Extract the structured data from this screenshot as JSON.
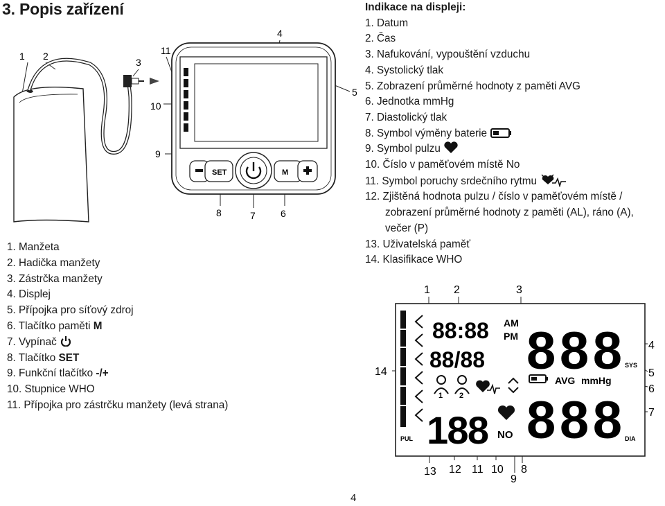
{
  "heading": "3. Popis zařízení",
  "device_callouts": [
    "1",
    "2",
    "3",
    "4",
    "5",
    "6",
    "7",
    "8",
    "9",
    "10",
    "11"
  ],
  "device_buttons": {
    "minus": "−",
    "set": "SET",
    "m": "M",
    "plus": "+"
  },
  "parts": [
    {
      "n": "1.",
      "t": "Manžeta"
    },
    {
      "n": "2.",
      "t": "Hadička manžety"
    },
    {
      "n": "3.",
      "t": "Zástrčka manžety"
    },
    {
      "n": "4.",
      "t": "Displej"
    },
    {
      "n": "5.",
      "t": "Přípojka pro síťový zdroj"
    },
    {
      "n": "6.",
      "t": "Tlačítko paměti",
      "b": "M"
    },
    {
      "n": "7.",
      "t": "Vypínač"
    },
    {
      "n": "8.",
      "t": "Tlačítko",
      "b": "SET"
    },
    {
      "n": "9.",
      "t": "Funkční tlačítko",
      "b": "-/+"
    },
    {
      "n": "10.",
      "t": "Stupnice WHO"
    },
    {
      "n": "11.",
      "t": "Přípojka pro zástrčku manžety (levá strana)"
    }
  ],
  "indicators_title": "Indikace na displeji:",
  "indicators": [
    "1. Datum",
    "2. Čas",
    "3. Nafukování, vypouštění vzduchu",
    "4. Systolický tlak",
    "5. Zobrazení průměrné hodnoty z paměti AVG",
    "6. Jednotka mmHg",
    "7. Diastolický tlak",
    "8. Symbol výměny baterie",
    "9. Symbol pulzu",
    "10. Číslo v paměťovém místě No",
    "11. Symbol poruchy srdečního rytmu",
    "12. Zjištěná hodnota pulzu / číslo v paměťovém místě /",
    "13. Uživatelská paměť",
    "14. Klasifikace WHO"
  ],
  "indicator12_cont": [
    "zobrazení průměrné hodnoty z paměti (AL), ráno (A),",
    "večer (P)"
  ],
  "lcd": {
    "date_top": "88:88",
    "ampm_top": "AM",
    "ampm_bottom": "PM",
    "date_bottom": "88/88",
    "sys_digits": "888",
    "dia_digits": "888",
    "pul_digits": "188",
    "avg": "AVG",
    "mmhg": "mmHg",
    "sys": "SYS",
    "dia": "DIA",
    "pul": "PUL",
    "no": "NO",
    "user1": "1",
    "user2": "2"
  },
  "lcd_callouts": {
    "top": [
      "1",
      "2",
      "3"
    ],
    "right": [
      "4",
      "5",
      "6",
      "7"
    ],
    "left": [
      "14"
    ],
    "bottom": [
      "13",
      "12",
      "11",
      "10",
      "9",
      "8"
    ]
  },
  "page_number": "4"
}
